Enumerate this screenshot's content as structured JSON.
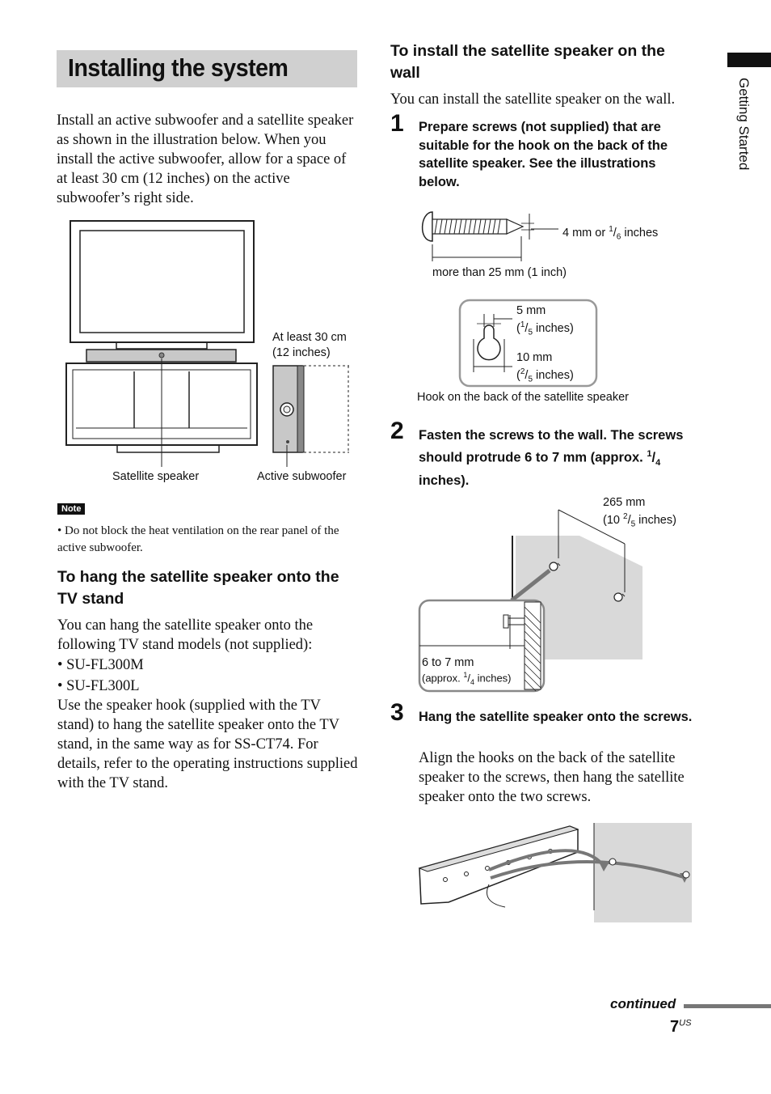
{
  "page_title": "Installing the system",
  "side_tab": "Getting Started",
  "intro": "Install an active subwoofer and a satellite speaker as shown in the illustration below. When you install the active subwoofer, allow for a space of at least 30 cm (12 inches) on the active subwoofer’s right side.",
  "fig1": {
    "clearance_line1": "At least 30 cm",
    "clearance_line2": "(12 inches)",
    "satellite_label": "Satellite speaker",
    "subwoofer_label": "Active subwoofer"
  },
  "note": {
    "badge": "Note",
    "item": "• Do not block the heat ventilation on the rear panel of the active subwoofer."
  },
  "hang": {
    "heading": "To hang the satellite speaker onto the TV stand",
    "text1": "You can hang the satellite speaker onto the following TV stand models (not supplied):",
    "model1": "• SU-FL300M",
    "model2": "• SU-FL300L",
    "text2": "Use the speaker hook (supplied with the TV stand) to hang the satellite speaker onto the TV stand, in the same way as for SS-CT74. For details, refer to the operating instructions supplied with the TV stand."
  },
  "wall": {
    "heading": "To install the satellite speaker on the wall",
    "intro": "You can install the satellite speaker on the wall.",
    "step1_num": "1",
    "step1": "Prepare screws (not supplied) that are suitable for the hook on the back of the satellite speaker. See the illustrations below.",
    "screw_dia": "4 mm or",
    "screw_dia_num": "1",
    "screw_dia_den": "6",
    "screw_dia_unit": " inches",
    "screw_len": "more than 25 mm (1 inch)",
    "hook_5mm": "5 mm",
    "hook_5mm_in_open": "(",
    "hook_5mm_num": "1",
    "hook_5mm_den": "5",
    "hook_5mm_in_close": " inches)",
    "hook_10mm": "10 mm",
    "hook_10mm_in_open": "(",
    "hook_10mm_num": "2",
    "hook_10mm_den": "5",
    "hook_10mm_in_close": " inches)",
    "hook_caption": "Hook on the back of the satellite speaker",
    "step2_num": "2",
    "step2_a": "Fasten the screws to the wall. The screws should protrude 6 to 7 mm (approx.",
    "step2_num_frac": "1",
    "step2_den_frac": "4",
    "step2_b": " inches).",
    "spacing_1": "265 mm",
    "spacing_2_open": "(10",
    "spacing_2_num": "2",
    "spacing_2_den": "5",
    "spacing_2_close": " inches)",
    "protrude_1": "6 to 7 mm",
    "protrude_2_open": "(approx.",
    "protrude_2_num": "1",
    "protrude_2_den": "4",
    "protrude_2_close": " inches)",
    "step3_num": "3",
    "step3": "Hang the satellite speaker onto the screws.",
    "step3_text": "Align the hooks on the back of the satellite speaker to the screws, then hang the satellite speaker onto the two screws."
  },
  "footer": {
    "continued": "continued",
    "page": "7",
    "page_suffix": "US"
  }
}
